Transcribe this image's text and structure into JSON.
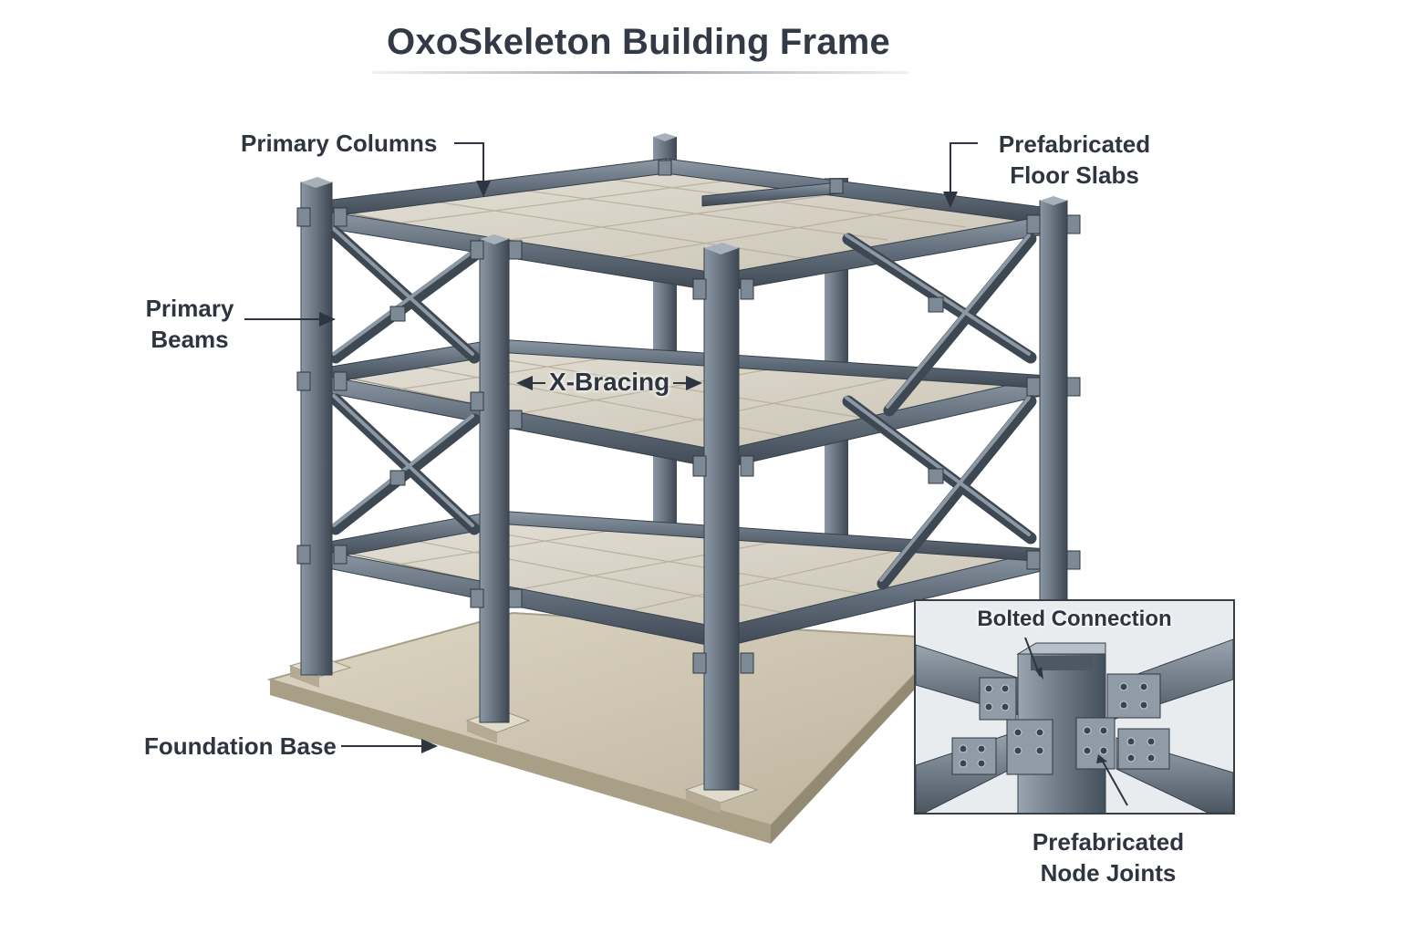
{
  "title": "OxoSkeleton Building Frame",
  "labels": {
    "primary_columns": "Primary Columns",
    "floor_slabs_line1": "Prefabricated",
    "floor_slabs_line2": "Floor Slabs",
    "primary_beams_line1": "Primary",
    "primary_beams_line2": "Beams",
    "x_bracing": "X-Bracing",
    "foundation_base": "Foundation Base",
    "node_joints_line1": "Prefabricated",
    "node_joints_line2": "Node Joints"
  },
  "inset": {
    "label": "Bolted Connection"
  },
  "colors": {
    "steel": "#5f6b78",
    "steel_dark": "#3e4853",
    "steel_light": "#8b97a3",
    "concrete": "#d8d3c5",
    "concrete_dark": "#b9b29f",
    "text": "#2f3540"
  }
}
